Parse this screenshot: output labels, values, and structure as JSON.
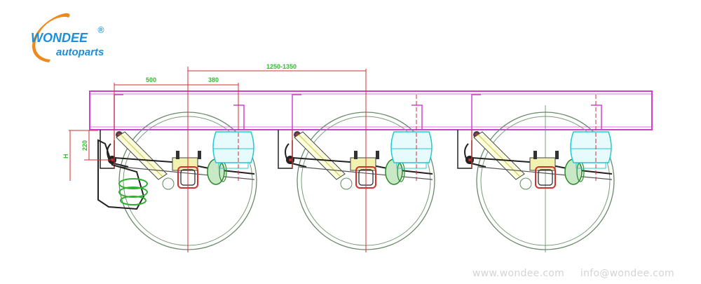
{
  "logo": {
    "brand": "WONDEE",
    "sub": "autoparts",
    "registered": "®",
    "colors": {
      "arc": "#ee8a1c",
      "text": "#1d8fd8"
    }
  },
  "dimensions": {
    "axle_spacing": "1250-1350",
    "front_offset": "500",
    "airbag_offset": "380",
    "height_220": "220",
    "height_h": "H"
  },
  "footer": {
    "website": "www.wondee.com",
    "email": "info@wondee.com"
  },
  "colors": {
    "frame": "#d040d0",
    "dimension": "#d03030",
    "wheel": "#6a8a6a",
    "airbag": "#22c8d8",
    "spring": "#30b030"
  }
}
